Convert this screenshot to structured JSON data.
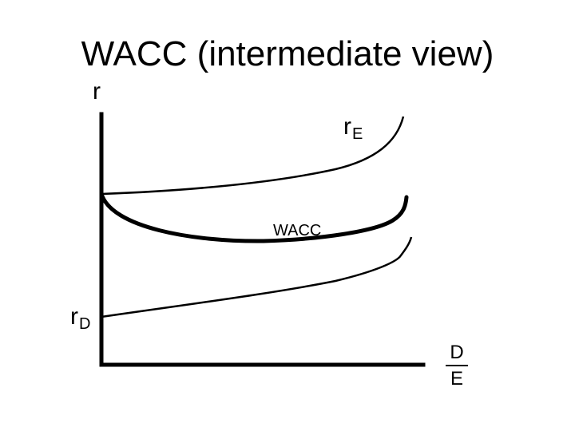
{
  "slide": {
    "title": "WACC (intermediate view)"
  },
  "axes": {
    "y_label": "r",
    "x_label_numerator": "D",
    "x_label_denominator": "E"
  },
  "curves": {
    "equity": {
      "label": "r",
      "subscript": "E"
    },
    "wacc": {
      "label": "WACC"
    },
    "debt": {
      "label": "r",
      "subscript": "D"
    }
  },
  "colors": {
    "ink": "#000000",
    "background": "#ffffff"
  }
}
